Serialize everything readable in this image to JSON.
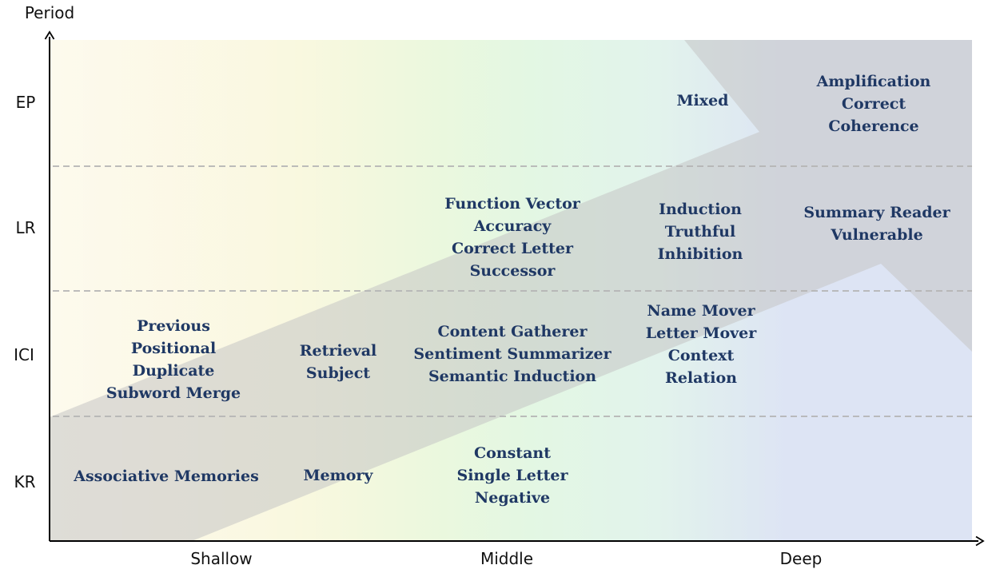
{
  "y_axis": {
    "title": "Period",
    "ticks": [
      "EP",
      "LR",
      "ICI",
      "KR"
    ]
  },
  "x_axis": {
    "ticks": [
      "Shallow",
      "Middle",
      "Deep"
    ]
  },
  "colors": {
    "text": "#1f3864",
    "band": "#c4c4c4",
    "grid": "#b4b4b4",
    "gradient_shallow": "#fbf5dc",
    "gradient_middle": "#e3f7e3",
    "gradient_deep": "#dde4f4"
  },
  "cells": {
    "ep_mixed": [
      "Mixed"
    ],
    "ep_deep": [
      "Amplification",
      "Correct",
      "Coherence"
    ],
    "lr_middle": [
      "Function Vector",
      "Accuracy",
      "Correct Letter",
      "Successor"
    ],
    "lr_middle_deep": [
      "Induction",
      "Truthful",
      "Inhibition"
    ],
    "lr_deep": [
      "Summary Reader",
      "Vulnerable"
    ],
    "ici_shallow": [
      "Previous",
      "Positional",
      "Duplicate",
      "Subword Merge"
    ],
    "ici_shallow_middle": [
      "Retrieval",
      "Subject"
    ],
    "ici_middle": [
      "Content Gatherer",
      "Sentiment Summarizer",
      "Semantic Induction"
    ],
    "ici_middle_deep": [
      "Name Mover",
      "Letter Mover",
      "Context",
      "Relation"
    ],
    "kr_shallow": [
      "Associative Memories"
    ],
    "kr_shallow_middle": [
      "Memory"
    ],
    "kr_middle": [
      "Constant",
      "Single Letter",
      "Negative"
    ]
  }
}
